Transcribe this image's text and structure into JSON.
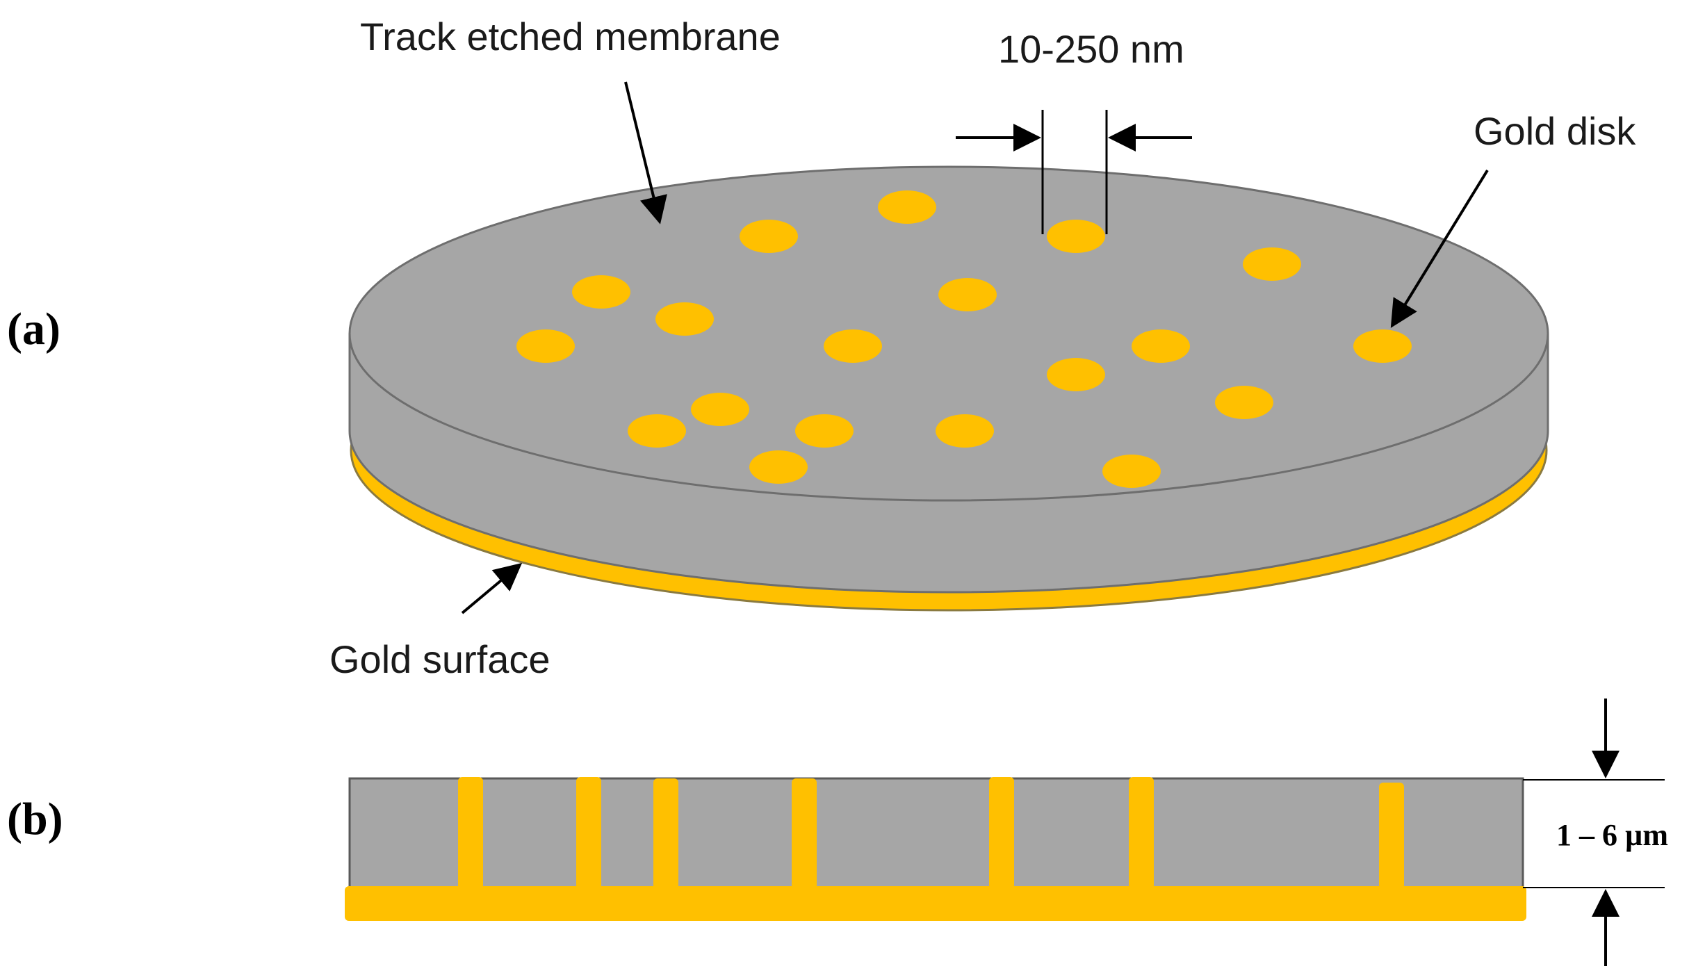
{
  "panels": {
    "a": {
      "label": "(a)"
    },
    "b": {
      "label": "(b)"
    }
  },
  "annotations": {
    "membrane": "Track etched membrane",
    "pore_size": "10-250 nm",
    "gold_disk": "Gold disk",
    "gold_surface": "Gold surface",
    "thickness": "1 – 6 µm"
  },
  "colors": {
    "membrane": "#a6a6a6",
    "membrane_edge": "#6e6e6e",
    "gold": "#ffc000",
    "text": "#1a1a1a"
  }
}
